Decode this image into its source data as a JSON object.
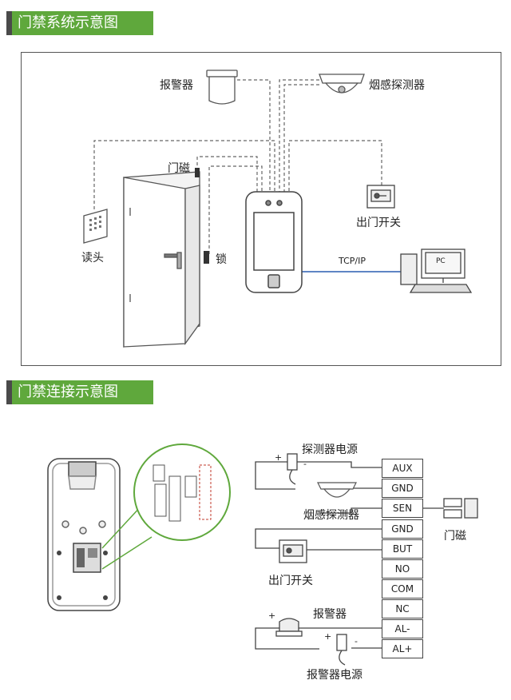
{
  "section1": {
    "title": "门禁系统示意图",
    "labels": {
      "alarm": "报警器",
      "smoke_detector": "烟感探测器",
      "door_sensor": "门磁",
      "exit_button": "出门开关",
      "reader": "读头",
      "lock": "锁",
      "tcpip": "TCP/IP",
      "pc": "PC"
    }
  },
  "section2": {
    "title": "门禁连接示意图",
    "labels": {
      "detector_power": "探测器电源",
      "smoke_detector": "烟感探测器",
      "exit_button": "出门开关",
      "door_sensor": "门磁",
      "alarm": "报警器",
      "alarm_power": "报警器电源"
    },
    "terminals": [
      "AUX",
      "GND",
      "SEN",
      "GND",
      "BUT",
      "NO",
      "COM",
      "NC",
      "AL-",
      "AL+"
    ]
  },
  "colors": {
    "header_green": "#5fa83c",
    "tcp_line": "#2a5db0",
    "line": "#555555"
  }
}
